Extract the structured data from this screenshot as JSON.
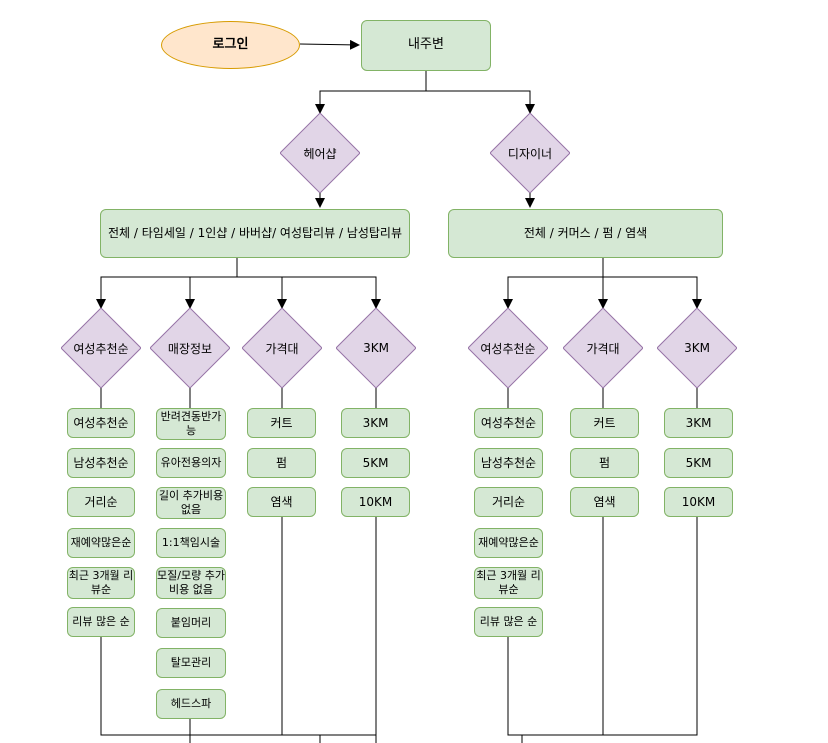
{
  "colors": {
    "green_fill": "#d5e8d4",
    "green_stroke": "#82b366",
    "purple_fill": "#e1d5e7",
    "purple_stroke": "#9673a6",
    "orange_fill": "#ffe6cc",
    "orange_stroke": "#d79b00"
  },
  "login": "로그인",
  "nearby": "내주변",
  "hairshop": {
    "label": "헤어샵",
    "filter": "전체 / 타임세일 / 1인샵 / 바버샵/ 여성탑리뷰 / 남성탑리뷰",
    "women_recommend": {
      "label": "여성추천순",
      "items": [
        "여성추천순",
        "남성추천순",
        "거리순",
        "재예약많은순",
        "최근 3개월 리뷰순",
        "리뷰 많은 순"
      ]
    },
    "store_info": {
      "label": "매장정보",
      "items": [
        "반려견동반가능",
        "유아전용의자",
        "길이 추가비용 없음",
        "1:1책임시술",
        "모질/모량 추가비용 없음",
        "붙임머리",
        "탈모관리",
        "헤드스파"
      ]
    },
    "price": {
      "label": "가격대",
      "items": [
        "커트",
        "펌",
        "염색"
      ]
    },
    "distance": {
      "label": "3KM",
      "items": [
        "3KM",
        "5KM",
        "10KM"
      ]
    }
  },
  "designer": {
    "label": "디자이너",
    "filter": "전체 / 커머스 / 펌 / 염색",
    "women_recommend": {
      "label": "여성추천순",
      "items": [
        "여성추천순",
        "남성추천순",
        "거리순",
        "재예약많은순",
        "최근 3개월 리뷰순",
        "리뷰 많은 순"
      ]
    },
    "price": {
      "label": "가격대",
      "items": [
        "커트",
        "펌",
        "염색"
      ]
    },
    "distance": {
      "label": "3KM",
      "items": [
        "3KM",
        "5KM",
        "10KM"
      ]
    }
  }
}
